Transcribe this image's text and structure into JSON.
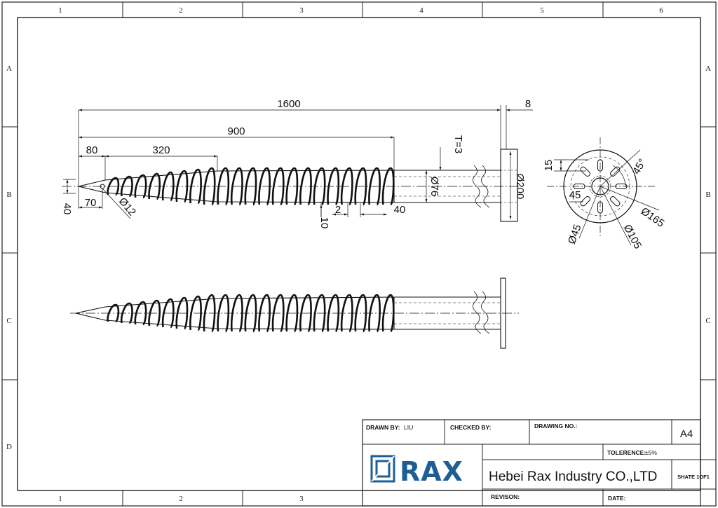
{
  "zones": {
    "columns": [
      "1",
      "2",
      "3",
      "4",
      "5",
      "6"
    ],
    "rows": [
      "A",
      "B",
      "C",
      "D"
    ]
  },
  "dimensions": {
    "overall_length": "1600",
    "flange_thickness": "8",
    "helix_length": "900",
    "tip_to_helix": "80",
    "helix_segment": "320",
    "wall_thickness": "T=3",
    "pipe_diameter": "Ø76",
    "flange_diameter": "Ø200",
    "tip_length": "70",
    "tip_width": "40",
    "tip_hole": "Ø12",
    "flight_gap": "2",
    "flight_height": "10",
    "flight_pitch": "40"
  },
  "flange_view": {
    "offset": "15",
    "angle": "45°",
    "slot": "45",
    "bolt_circle": "Ø165",
    "center_hole": "Ø45",
    "inner_circle": "Ø105"
  },
  "title_block": {
    "drawn_by_label": "DRAWN BY:",
    "drawn_by_value": "LIU",
    "checked_by_label": "CHECKED BY:",
    "drawing_no_label": "DRAWING NO.:",
    "size": "A4",
    "tolerance_label": "TOLERENCE:",
    "tolerance_value": "±5%",
    "logo_text": "RAX",
    "company": "Hebei Rax Industry CO.,LTD",
    "sheet": "SHATE 1OF1",
    "revision_label": "REVISON:",
    "date_label": "DATE:"
  }
}
